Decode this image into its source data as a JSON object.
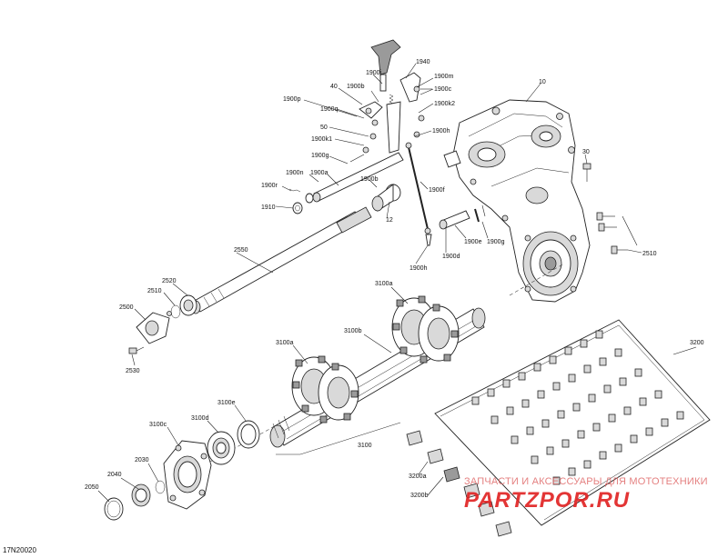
{
  "diagram": {
    "document_code": "17N20020",
    "watermark": {
      "text": "ЗАПЧАСТИ И АКСЕССУАРЫ ДЛЯ МОТОТЕХНИКИ",
      "logo": "PARTZPOR.RU"
    },
    "labels": {
      "l1940": "1940",
      "l1900j": "1900j",
      "l1900m": "1900m",
      "l1900c": "1900c",
      "l1900k2": "1900k2",
      "l40": "40",
      "l1900b_top": "1900b",
      "l1900q": "1900q",
      "l1900p": "1900p",
      "l50": "50",
      "l1900k1": "1900k1",
      "l1900g_left": "1900g",
      "l1900n": "1900n",
      "l1900a": "1900a",
      "l1900r": "1900r",
      "l1900b_mid": "1900b",
      "l1910": "1910",
      "l12": "12",
      "l1900h_top": "1900h",
      "l1900f": "1900f",
      "l1900e": "1900e",
      "l1900g_right": "1900g",
      "l1900d": "1900d",
      "l1900h_bot": "1900h",
      "l10": "10",
      "l30": "30",
      "l2510_right": "2510",
      "l2550": "2550",
      "l2520": "2520",
      "l2510_left": "2510",
      "l2500": "2500",
      "l2530": "2530",
      "l3100a": "3100a",
      "l3100b": "3100b",
      "l3100a_left": "3100a",
      "l3100e": "3100e",
      "l3100d": "3100d",
      "l3100c": "3100c",
      "l3100": "3100",
      "l2030": "2030",
      "l2040": "2040",
      "l2050": "2050",
      "l3200": "3200",
      "l3200a": "3200a",
      "l3200b": "3200b"
    }
  }
}
